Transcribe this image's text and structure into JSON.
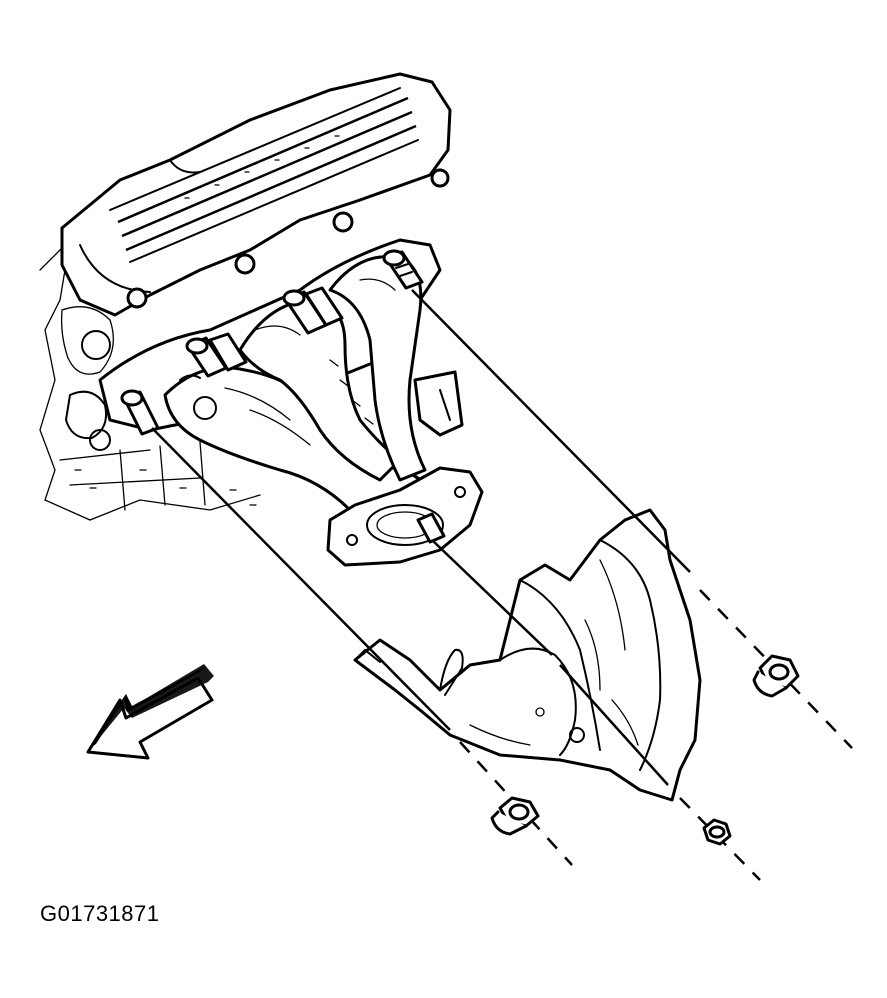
{
  "figure": {
    "id_label": "G01731871",
    "components": [
      "engine-cylinder-head",
      "valve-cover",
      "exhaust-manifold",
      "manifold-studs",
      "exhaust-flange",
      "heat-shield",
      "heat-shield-nuts",
      "direction-arrow"
    ]
  }
}
